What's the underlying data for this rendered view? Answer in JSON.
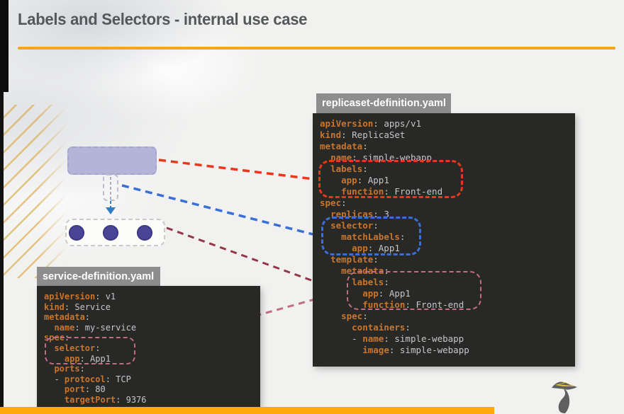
{
  "slide": {
    "title": "Labels and Selectors - internal use case"
  },
  "files": {
    "replicaset": {
      "tab": "replicaset-definition.yaml",
      "lines": [
        "apiVersion: apps/v1",
        "kind: ReplicaSet",
        "metadata:",
        "  name: simple-webapp",
        "  labels:",
        "    app: App1",
        "    function: Front-end",
        "spec:",
        "  replicas: 3",
        "  selector:",
        "    matchLabels:",
        "      app: App1",
        "  template:",
        "    metadata:",
        "      labels:",
        "        app: App1",
        "        function: Front-end",
        "    spec:",
        "      containers:",
        "      - name: simple-webapp",
        "        image: simple-webapp"
      ]
    },
    "service": {
      "tab": "service-definition.yaml",
      "lines": [
        "apiVersion: v1",
        "kind: Service",
        "metadata:",
        "  name: my-service",
        "spec:",
        "  selector:",
        "    app: App1",
        "  ports:",
        "  - protocol: TCP",
        "    port: 80",
        "    targetPort: 9376"
      ]
    }
  },
  "diagram": {
    "pod_count": 3
  },
  "colors": {
    "accent_gold": "#f3a71b",
    "bottom_bar": "#ffa90f",
    "code_key": "#c9752a",
    "code_value": "#c6c6c6",
    "connector_red": "#e8381a",
    "connector_blue": "#3a6fd8",
    "connector_maroon": "#943646",
    "connector_pink": "#bf6d87"
  }
}
